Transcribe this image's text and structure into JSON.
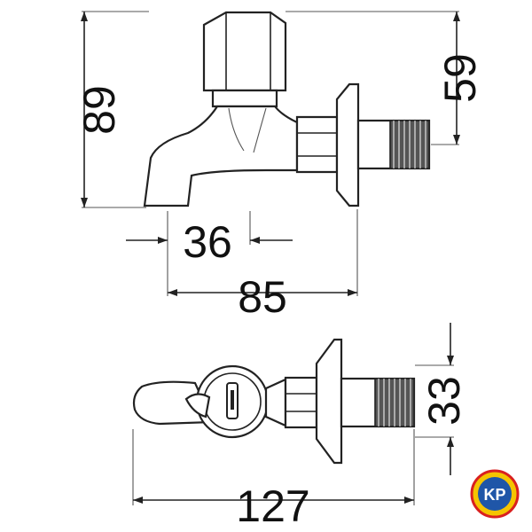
{
  "dimensions": {
    "side_height": "89",
    "top_offset": "59",
    "spout_width": "36",
    "side_width": "85",
    "body_height": "33",
    "total_length": "127"
  },
  "logo": {
    "text": "KP",
    "colors": [
      "#d9201f",
      "#f5c400",
      "#1f56a8"
    ]
  }
}
